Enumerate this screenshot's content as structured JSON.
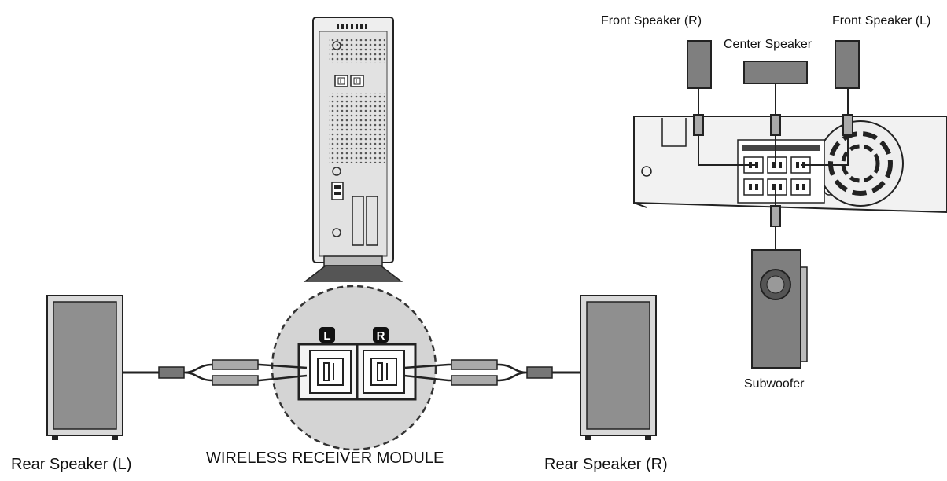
{
  "labels": {
    "front_speaker_r": "Front Speaker (R)",
    "front_speaker_l": "Front Speaker (L)",
    "center_speaker": "Center Speaker",
    "subwoofer": "Subwoofer",
    "rear_speaker_l": "Rear Speaker (L)",
    "rear_speaker_r": "Rear Speaker (R)",
    "wireless_receiver_module": "WIRELESS RECEIVER MODULE"
  },
  "terminal_marks": {
    "left": "L",
    "right": "R"
  },
  "colors": {
    "speaker_face": "#8f8f8f",
    "speaker_cabinet": "#d9d9d9",
    "outline": "#222222",
    "zoom_circle": "#d6d6d6"
  }
}
